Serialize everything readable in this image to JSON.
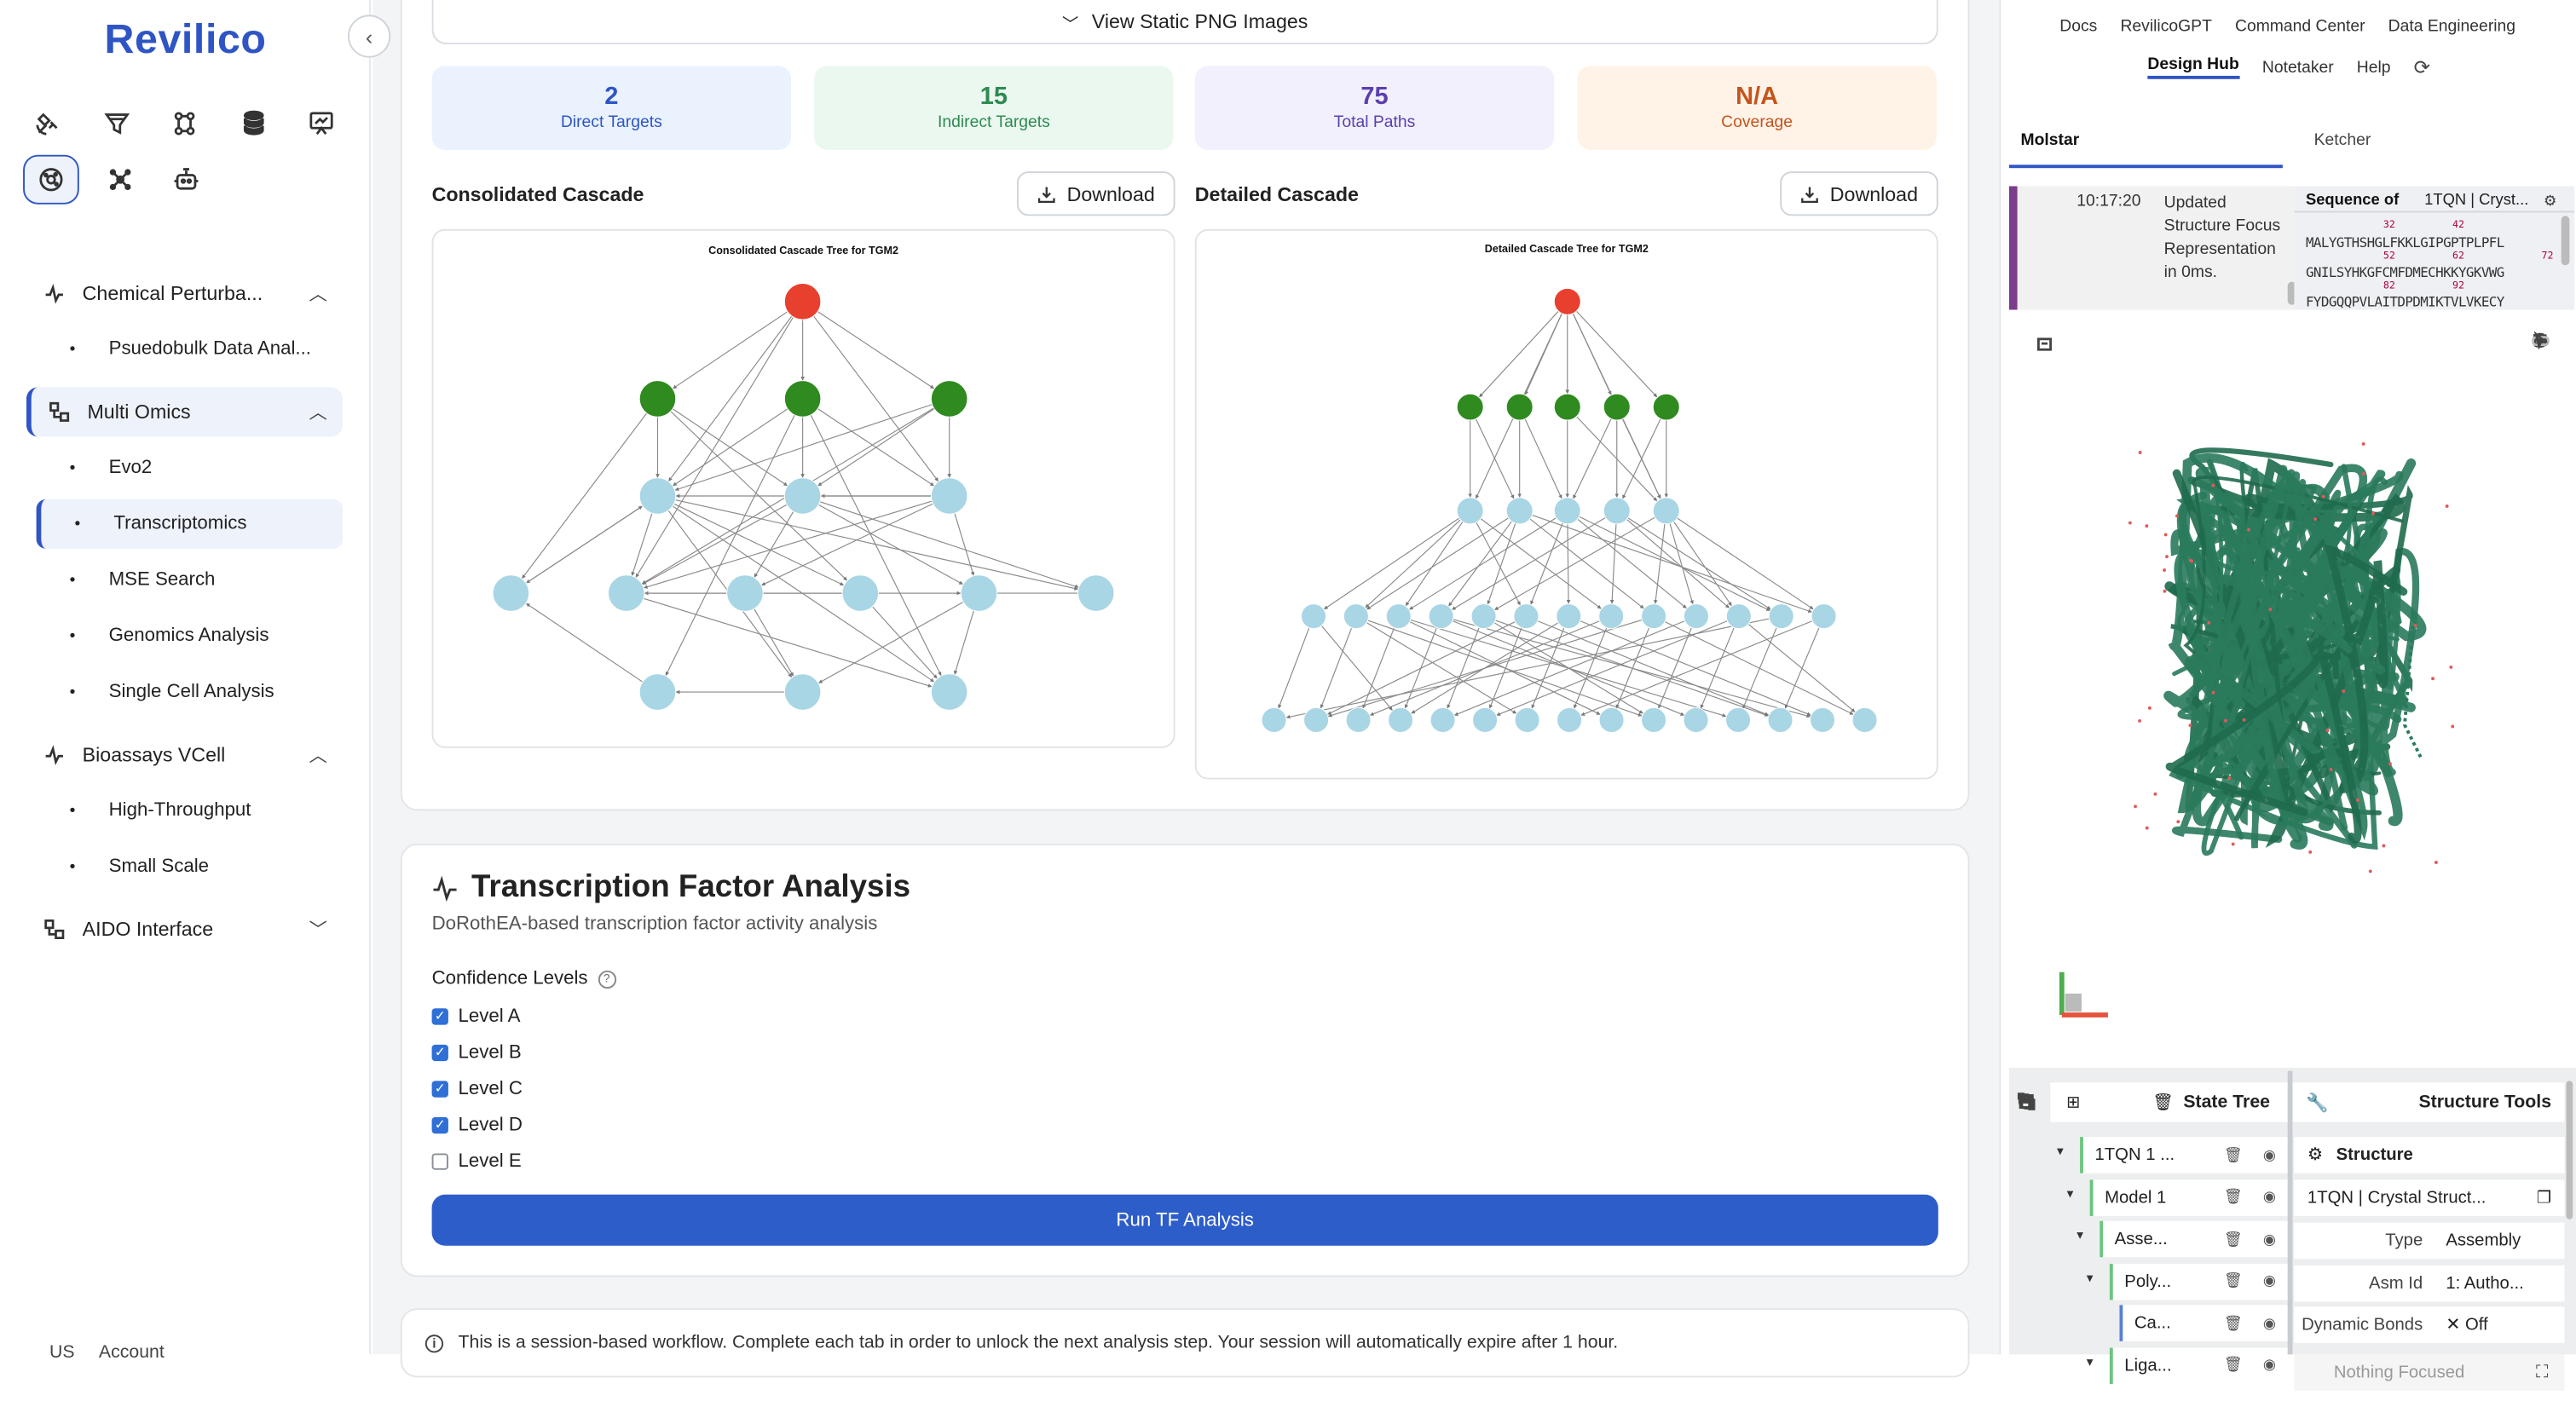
{
  "app": {
    "logo": "Revilico"
  },
  "sidebar": {
    "sections": [
      {
        "label": "Chemical Perturba...",
        "expanded": true,
        "items": [
          "Psuedobulk Data Anal..."
        ]
      },
      {
        "label": "Multi Omics",
        "expanded": true,
        "active": true,
        "items": [
          "Evo2",
          "Transcriptomics",
          "MSE Search",
          "Genomics Analysis",
          "Single Cell Analysis"
        ]
      },
      {
        "label": "Bioassays VCell",
        "expanded": true,
        "items": [
          "High-Throughput",
          "Small Scale"
        ]
      },
      {
        "label": "AIDO Interface",
        "expanded": false,
        "items": []
      }
    ],
    "active_item": "Transcriptomics",
    "account": "US     Account"
  },
  "main": {
    "view_png_label": "View Static PNG Images",
    "stats": [
      {
        "value": "2",
        "label": "Direct Targets",
        "bg": "#e9f2fd",
        "color": "#2f55c4"
      },
      {
        "value": "15",
        "label": "Indirect Targets",
        "bg": "#eaf8ef",
        "color": "#2e8a52"
      },
      {
        "value": "75",
        "label": "Total Paths",
        "bg": "#f1f0fc",
        "color": "#5b3fae"
      },
      {
        "value": "N/A",
        "label": "Coverage",
        "bg": "#fff3e8",
        "color": "#c4541c"
      }
    ],
    "consolidated": {
      "label": "Consolidated Cascade",
      "download": "Download",
      "title": "Consolidated Cascade Tree for TGM2"
    },
    "detailed": {
      "label": "Detailed Cascade",
      "download": "Download",
      "title": "Detailed Cascade Tree for TGM2"
    },
    "tf": {
      "title": "Transcription Factor Analysis",
      "subtitle": "DoRothEA-based transcription factor activity analysis",
      "confidence_label": "Confidence Levels",
      "levels": [
        {
          "label": "Level A",
          "checked": true
        },
        {
          "label": "Level B",
          "checked": true
        },
        {
          "label": "Level C",
          "checked": true
        },
        {
          "label": "Level D",
          "checked": true
        },
        {
          "label": "Level E",
          "checked": false
        }
      ],
      "run_label": "Run TF Analysis"
    },
    "info": "This is a session-based workflow. Complete each tab in order to unlock the next analysis step. Your session will automatically expire after 1 hour."
  },
  "right": {
    "top_links": [
      "Docs",
      "RevilicoGPT",
      "Command Center",
      "Data Engineering"
    ],
    "top_links2": [
      "Design Hub",
      "Notetaker",
      "Help"
    ],
    "tabs": [
      "Molstar",
      "Ketcher"
    ],
    "log": {
      "time": "10:17:20",
      "message": "Updated Structure Focus Representation in 0ms."
    },
    "sequence": {
      "label": "Sequence of",
      "entry": "1TQN | Cryst...",
      "lines": [
        "MALYGTHSHGLFKKLGIPGPTPLPFL",
        "GNILSYHKGFCMFDMECHKKYGKVWG",
        "FYDGQQPVLAITDPDMIKTVLVKECY"
      ],
      "numbers": [
        [
          "32",
          "42"
        ],
        [
          "52",
          "62",
          "72"
        ],
        [
          "82",
          "92"
        ]
      ]
    },
    "state_tree": {
      "title": "State Tree",
      "rows": [
        "1TQN 1 ...",
        "Model 1",
        "Asse...",
        "Poly...",
        "Ca...",
        "Liga..."
      ]
    },
    "structure_tools": {
      "title": "Structure Tools",
      "structure_label": "Structure",
      "structure_value": "1TQN | Crystal Struct...",
      "props": [
        {
          "k": "Type",
          "v": "Assembly"
        },
        {
          "k": "Asm Id",
          "v": "1: Autho..."
        },
        {
          "k": "Dynamic Bonds",
          "v": "✕  Off"
        }
      ],
      "nothing_focused": "Nothing Focused"
    }
  }
}
